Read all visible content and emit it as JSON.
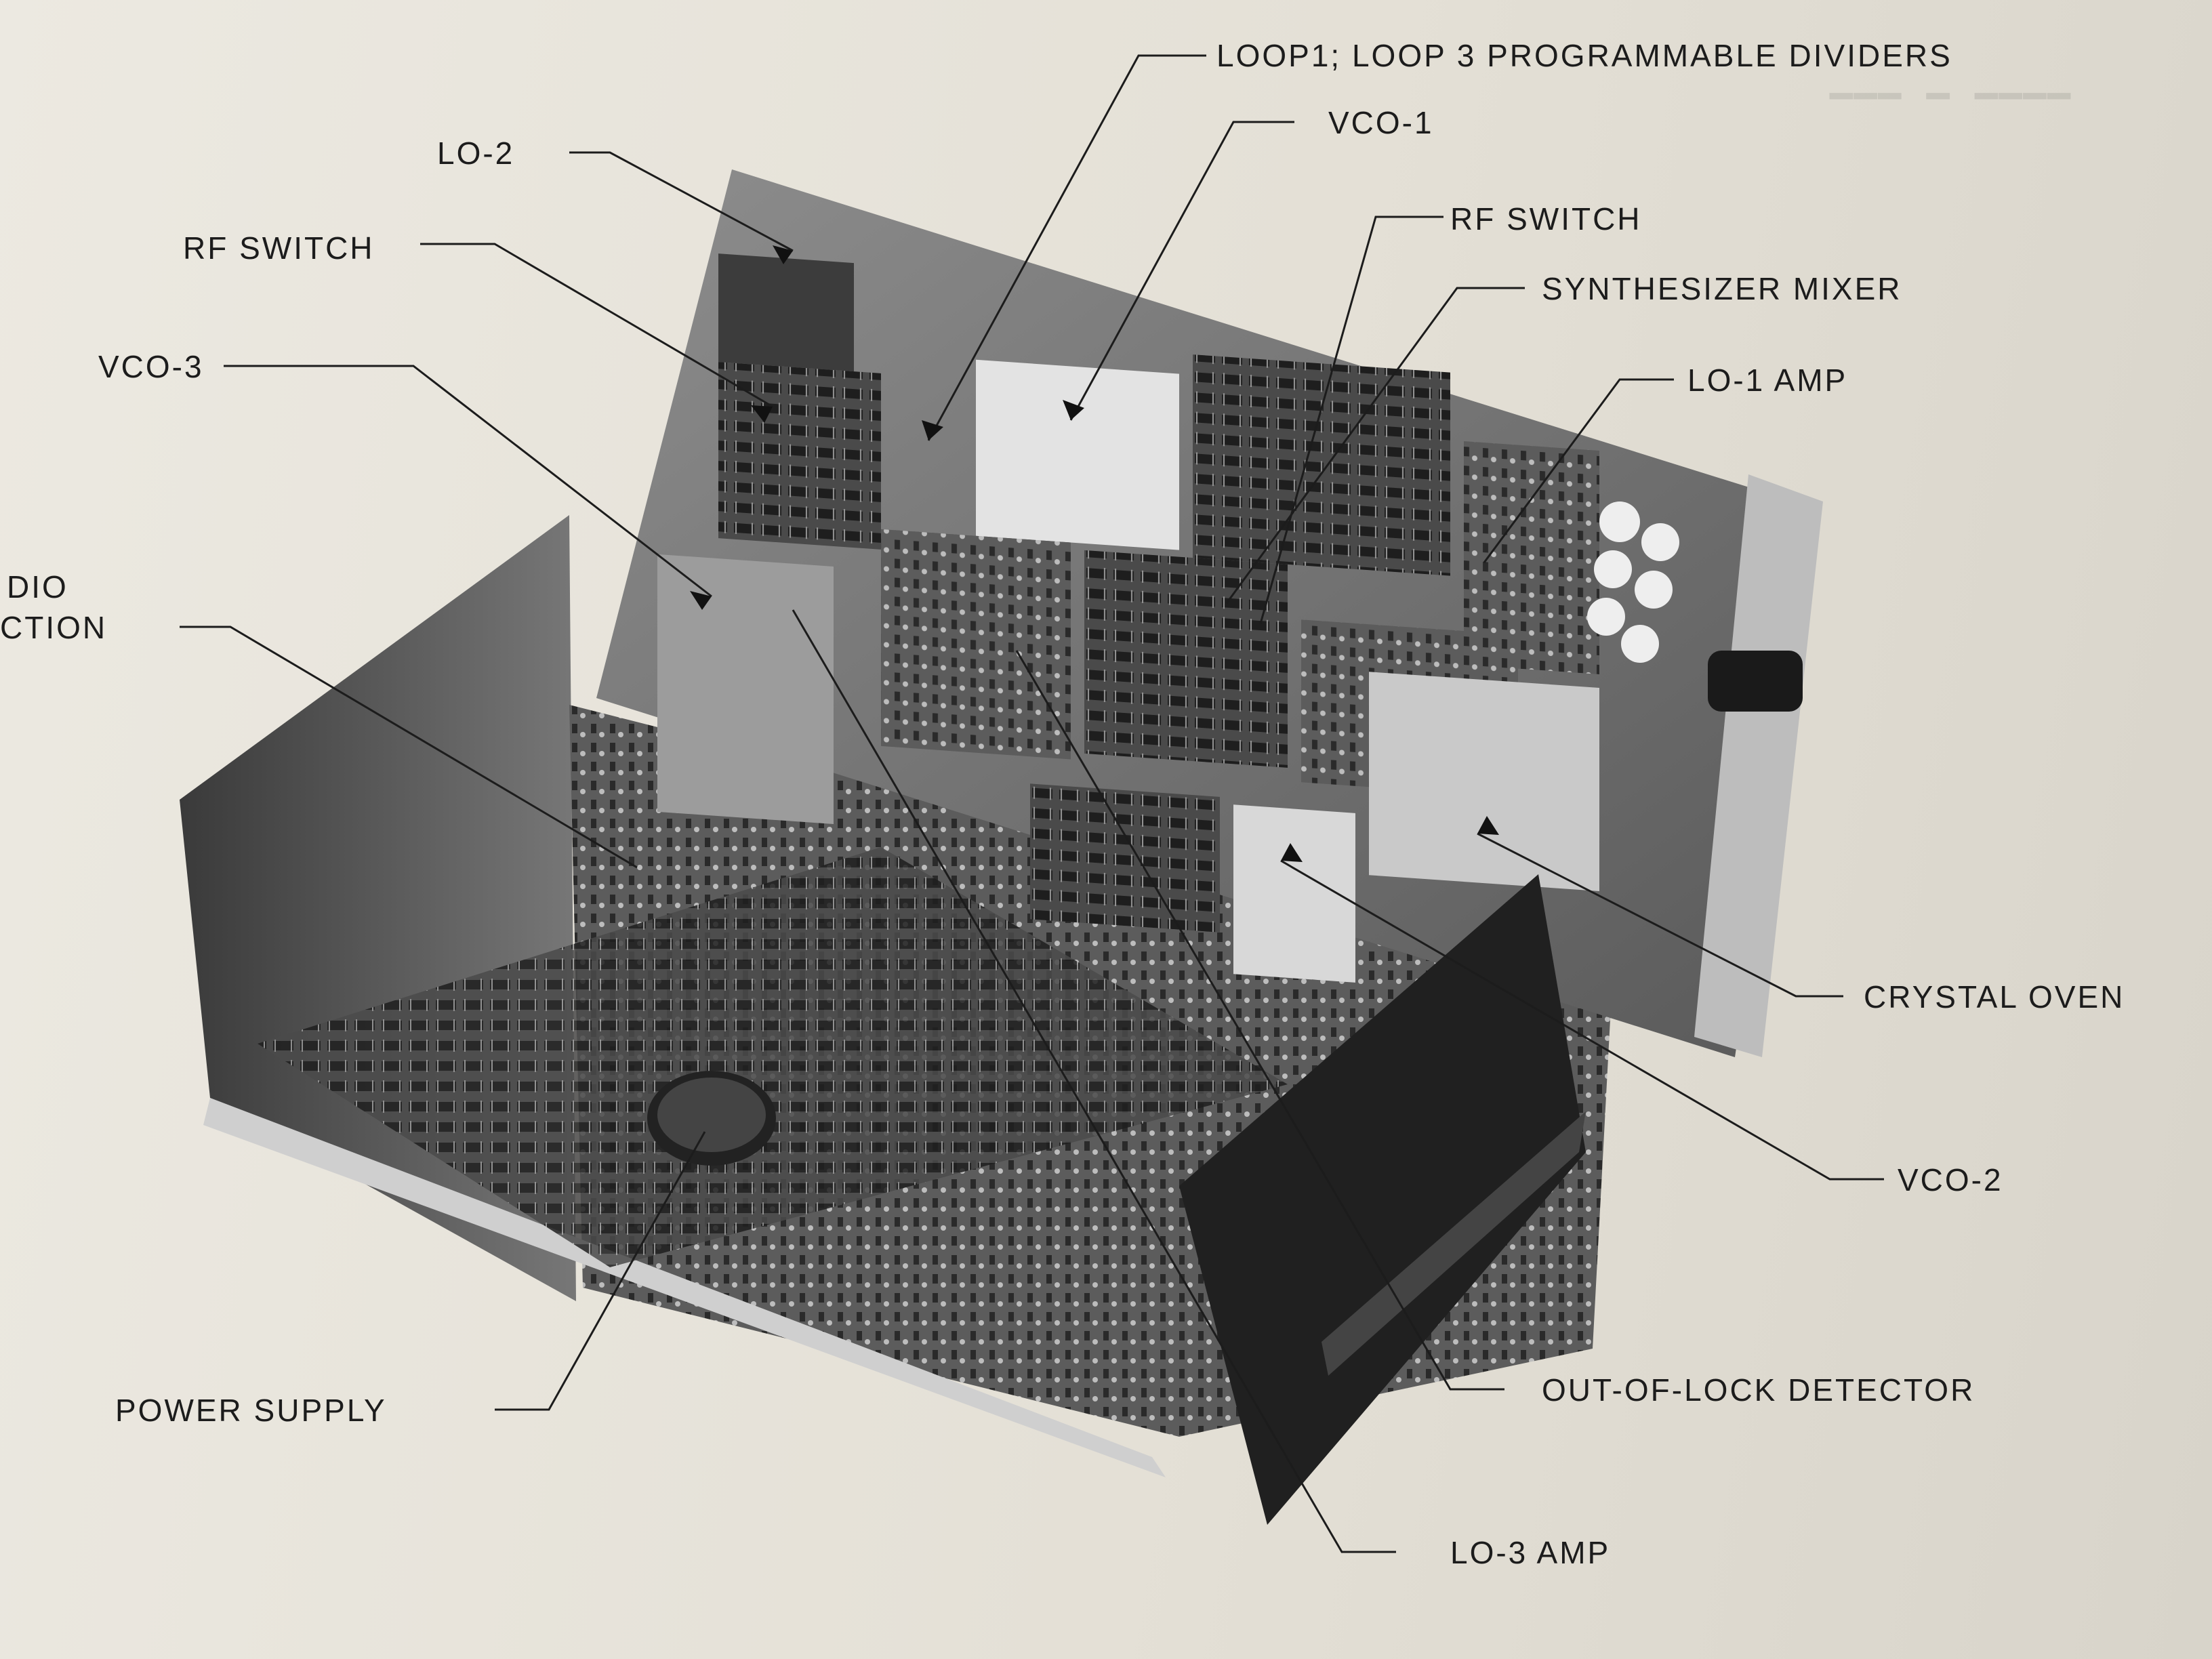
{
  "figure": {
    "callouts": {
      "loop_dividers": "LOOP1; LOOP 3 PROGRAMMABLE DIVIDERS",
      "vco1": "VCO-1",
      "lo2": "LO-2",
      "rf_switch_left": "RF SWITCH",
      "rf_switch_center": "RF SWITCH",
      "synth_mixer": "SYNTHESIZER MIXER",
      "lo1_amp": "LO-1 AMP",
      "vco3": "VCO-3",
      "audio_section_line1": "DIO",
      "audio_section_line2": "CTION",
      "crystal_oven": "CRYSTAL OVEN",
      "vco2": "VCO-2",
      "out_of_lock": "OUT-OF-LOCK DETECTOR",
      "power_supply": "POWER SUPPLY",
      "lo3_amp": "LO-3 AMP"
    }
  },
  "colors": {
    "paper": "#e6e2d8",
    "ink": "#1c1c1c",
    "chassis_dark": "#2b2b2b",
    "board_mid": "#6e6e6e"
  }
}
